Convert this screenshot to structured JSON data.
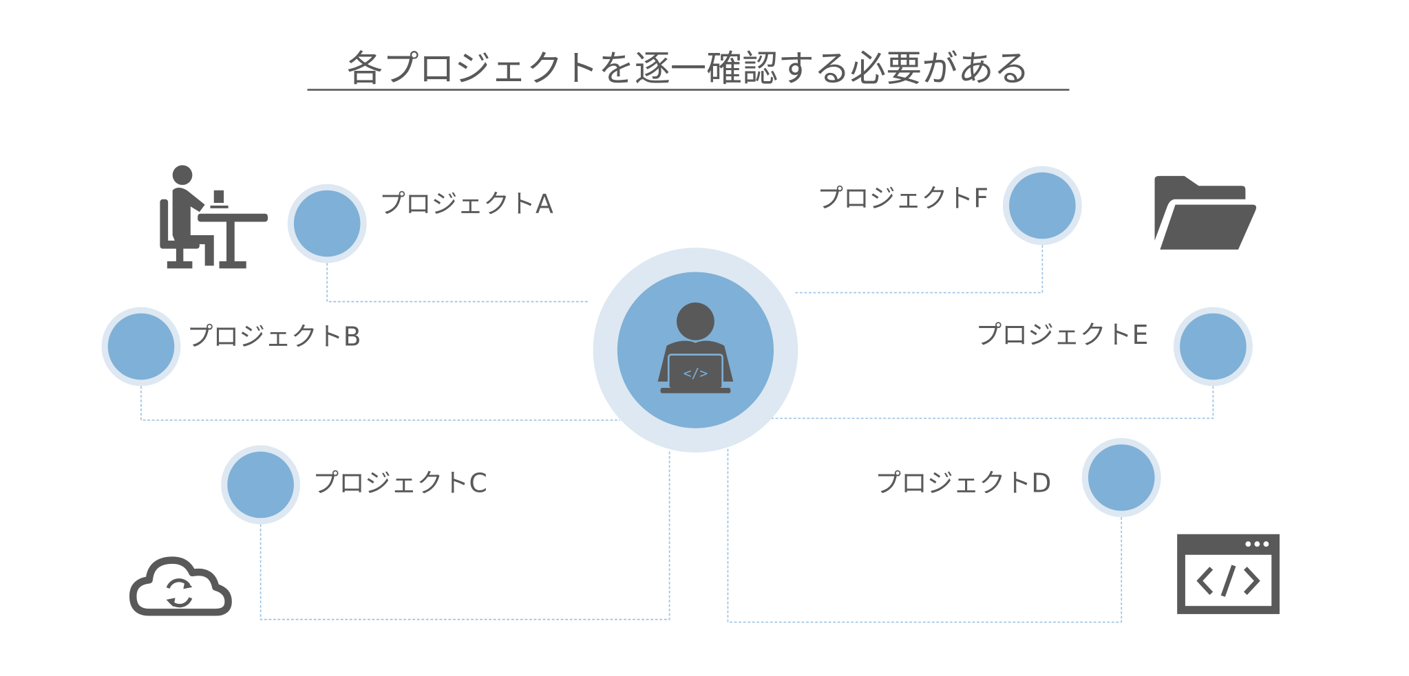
{
  "title": "各プロジェクトを逐一確認する必要がある",
  "colors": {
    "text": "#595959",
    "node_inner": "#7fb0d7",
    "node_outer": "#dde8f2",
    "connector": "#9cc3e4",
    "icon": "#595959"
  },
  "center": {
    "icon": "developer-laptop-icon"
  },
  "projects": [
    {
      "label": "プロジェクトA",
      "icon": "desk-worker-icon"
    },
    {
      "label": "プロジェクトB"
    },
    {
      "label": "プロジェクトC",
      "icon": "cloud-sync-icon"
    },
    {
      "label": "プロジェクトD",
      "icon": "code-window-icon"
    },
    {
      "label": "プロジェクトE"
    },
    {
      "label": "プロジェクトF",
      "icon": "folder-icon"
    }
  ]
}
